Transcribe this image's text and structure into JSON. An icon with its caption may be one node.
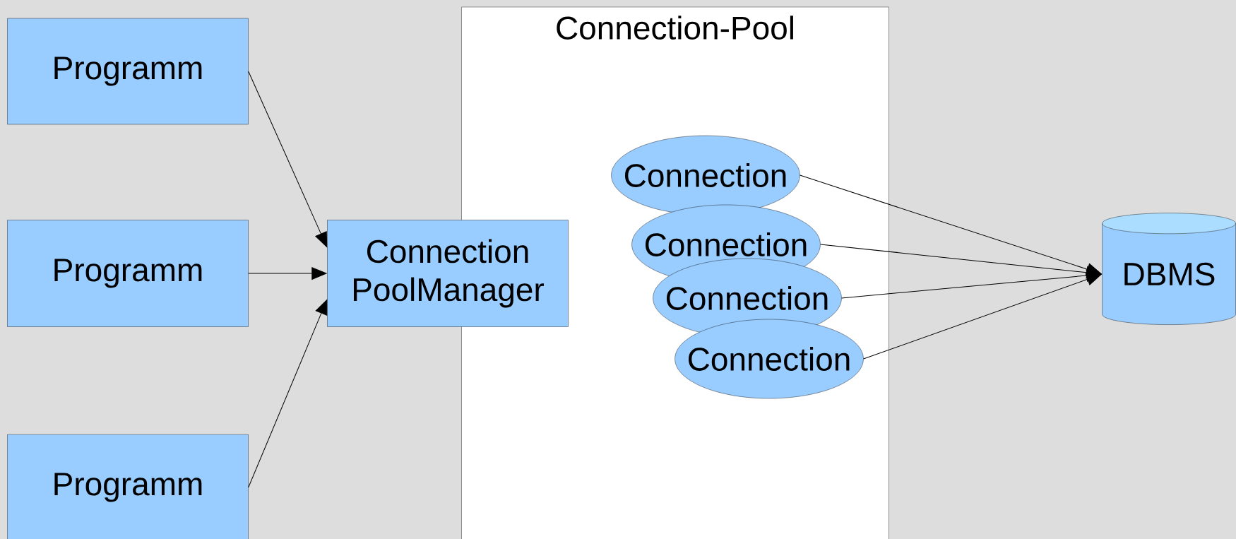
{
  "diagram": {
    "nodes": [
      {
        "text": [
          "Programm"
        ]
      },
      {
        "text": [
          "Programm"
        ]
      },
      {
        "text": [
          "Programm"
        ]
      },
      {
        "text": [
          "Connection-Pool"
        ]
      },
      {
        "text": [
          "Connection PoolManager"
        ]
      },
      {
        "text": [
          "Connection"
        ],
        "in": 3
      },
      {
        "text": [
          "Connection"
        ],
        "in": 3
      },
      {
        "text": [
          "Connection"
        ],
        "in": 3
      },
      {
        "text": [
          "Connection"
        ],
        "in": 3
      },
      {
        "text": [
          "DBMS"
        ]
      }
    ],
    "edges": [
      {
        "from": 0,
        "to": 4,
        "arrow": "to"
      },
      {
        "from": 1,
        "to": 4,
        "arrow": "to"
      },
      {
        "from": 2,
        "to": 4,
        "arrow": "to"
      },
      {
        "from": 5,
        "to": 9,
        "arrow": "to"
      },
      {
        "from": 6,
        "to": 9,
        "arrow": "to"
      },
      {
        "from": 7,
        "to": 9,
        "arrow": "to"
      },
      {
        "from": 8,
        "to": 9,
        "arrow": "to"
      }
    ]
  }
}
